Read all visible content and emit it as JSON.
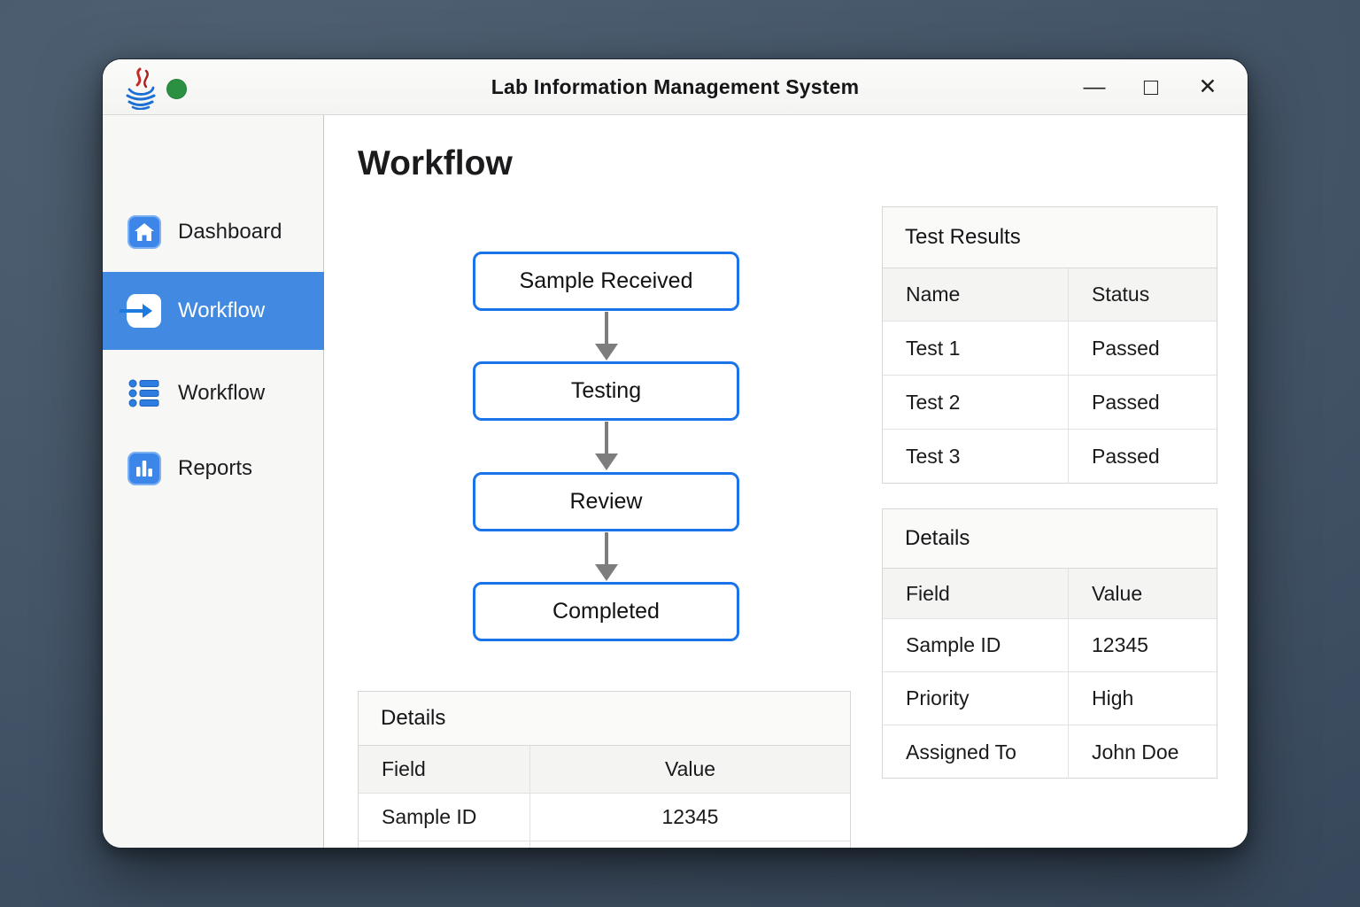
{
  "window": {
    "title": "Lab Information Management System",
    "controls": {
      "minimize": "—",
      "maximize": "□",
      "close": "✕"
    }
  },
  "sidebar": {
    "items": [
      {
        "label": "Dashboard",
        "icon": "home-icon",
        "active": false
      },
      {
        "label": "Workflow",
        "icon": "arrow-right-icon",
        "active": true
      },
      {
        "label": "Workflow",
        "icon": "list-icon",
        "active": false
      },
      {
        "label": "Reports",
        "icon": "bar-chart-icon",
        "active": false
      }
    ]
  },
  "main": {
    "heading": "Workflow",
    "flowchart": {
      "steps": [
        "Sample Received",
        "Testing",
        "Review",
        "Completed"
      ]
    },
    "details_table": {
      "title": "Details",
      "columns": {
        "field": "Field",
        "value": "Value"
      },
      "rows": [
        {
          "field": "Sample ID",
          "value": "12345"
        }
      ]
    }
  },
  "right_panel": {
    "test_results": {
      "title": "Test Results",
      "columns": {
        "name": "Name",
        "status": "Status"
      },
      "rows": [
        {
          "name": "Test 1",
          "status": "Passed"
        },
        {
          "name": "Test 2",
          "status": "Passed"
        },
        {
          "name": "Test 3",
          "status": "Passed"
        }
      ]
    },
    "details": {
      "title": "Details",
      "columns": {
        "field": "Field",
        "value": "Value"
      },
      "rows": [
        {
          "field": "Sample ID",
          "value": "12345"
        },
        {
          "field": "Priority",
          "value": "High"
        },
        {
          "field": "Assigned To",
          "value": "John Doe"
        }
      ]
    }
  },
  "colors": {
    "accent_blue": "#4289e2",
    "icon_blue": "#3b86e8",
    "flow_border_blue": "#1a73e8",
    "passed_green": "#1e7d32",
    "arrow_gray": "#7d7d7d",
    "status_dot_green": "#2b9140"
  }
}
